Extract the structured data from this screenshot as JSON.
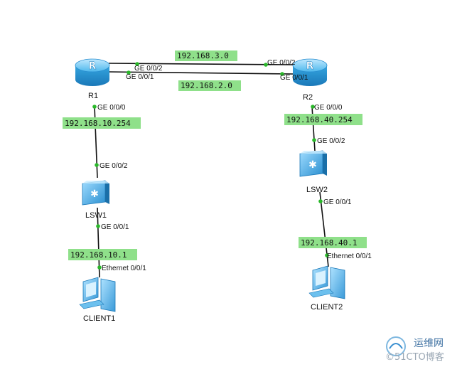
{
  "devices": {
    "r1": {
      "name": "R1"
    },
    "r2": {
      "name": "R2"
    },
    "lsw1": {
      "name": "LSW1"
    },
    "lsw2": {
      "name": "LSW2"
    },
    "client1": {
      "name": "CLIENT1"
    },
    "client2": {
      "name": "CLIENT2"
    }
  },
  "networks": {
    "r1_r2_top": "192.168.3.0",
    "r1_r2_bottom": "192.168.2.0",
    "r1_down": "192.168.10.254",
    "r2_down": "192.168.40.254",
    "client1_ip": "192.168.10.1",
    "client2_ip": "192.168.40.1"
  },
  "ports": {
    "r1_top": "GE 0/0/2",
    "r1_bottom": "GE 0/0/1",
    "r2_top": "GE 0/0/2",
    "r2_bottom": "GE 0/0/1",
    "r1_down": "GE 0/0/0",
    "lsw1_up": "GE 0/0/2",
    "lsw1_down": "GE 0/0/1",
    "client1_port": "Ethernet 0/0/1",
    "r2_down": "GE 0/0/0",
    "lsw2_up": "GE 0/0/2",
    "lsw2_down": "GE 0/0/1",
    "client2_port": "Ethernet 0/0/1"
  },
  "watermark": {
    "site": "运维网",
    "id": "©51CTO博客"
  },
  "colors": {
    "ip_label_bg": "#8fe08a",
    "port_dot": "#2ab82a",
    "device_blue": "#2aa0d8"
  }
}
